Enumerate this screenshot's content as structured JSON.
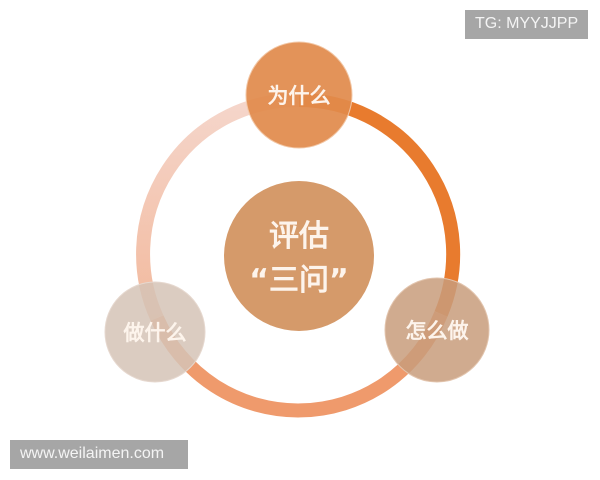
{
  "diagram": {
    "center": {
      "line1": "评估",
      "line2": "“三问”",
      "color": "#d59a6a"
    },
    "nodes": [
      {
        "id": "why",
        "label": "为什么",
        "color": "#e18a4b"
      },
      {
        "id": "what",
        "label": "做什么",
        "color": "#d9c8bc"
      },
      {
        "id": "how",
        "label": "怎么做",
        "color": "#d0a27f"
      }
    ],
    "ring": {
      "segments": [
        {
          "from": "why",
          "to": "how",
          "color": "#e87b2e"
        },
        {
          "from": "how",
          "to": "what",
          "color": "#ef9a6c"
        },
        {
          "from": "what",
          "to": "why",
          "color": "#f3cdbf"
        }
      ]
    }
  },
  "watermarks": {
    "top_right": "TG: MYYJJPP",
    "bottom_left": "www.weilaimen.com"
  }
}
